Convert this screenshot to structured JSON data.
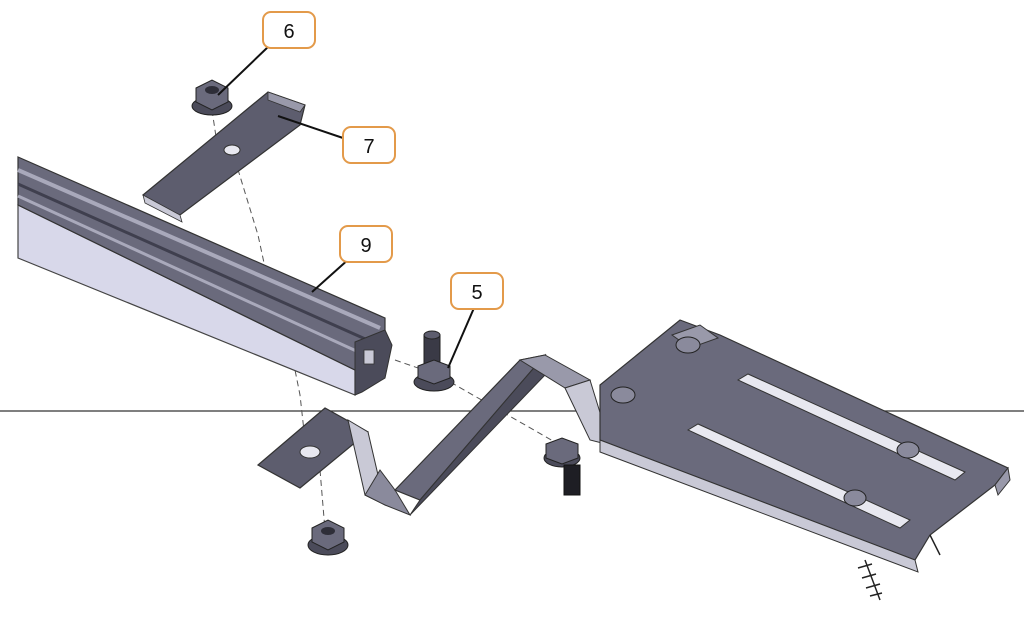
{
  "colors": {
    "callout_border": "#e39a4a",
    "metal_dark": "#5d5d6e",
    "metal_mid": "#8a8a9c",
    "metal_light": "#c9c9d6",
    "rail_face": "#d8d8ea",
    "leader_line": "#111111",
    "assembly_dash": "#555555"
  },
  "callouts": [
    {
      "id": "6",
      "label": "6",
      "part": "flange-nut"
    },
    {
      "id": "7",
      "label": "7",
      "part": "clamp-plate"
    },
    {
      "id": "9",
      "label": "9",
      "part": "mounting-rail"
    },
    {
      "id": "5",
      "label": "5",
      "part": "hex-bolt"
    }
  ]
}
